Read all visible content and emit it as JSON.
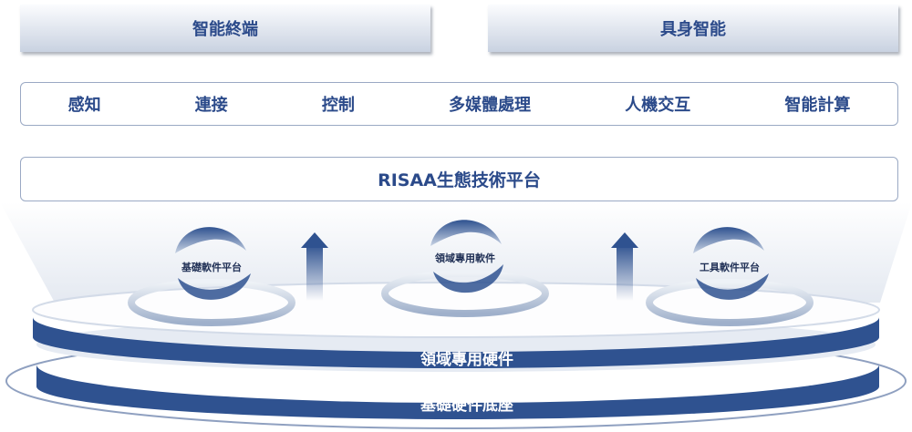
{
  "top_boxes": [
    "智能終端",
    "具身智能"
  ],
  "capabilities": [
    "感知",
    "連接",
    "控制",
    "多媒體處理",
    "人機交互",
    "智能計算"
  ],
  "platform": "RISAA生態技術平台",
  "software": [
    "基礎軟件平台",
    "領域專用軟件",
    "工具軟件平台"
  ],
  "hardware": [
    "領域專用硬件",
    "基礎硬件底座"
  ],
  "colors": {
    "accent": "#2f5290",
    "text": "#2b4a8a"
  }
}
